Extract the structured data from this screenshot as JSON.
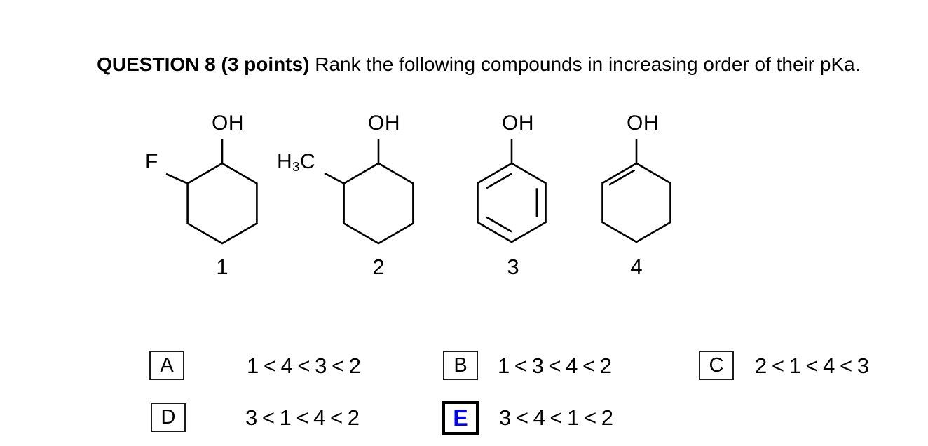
{
  "colors": {
    "background": "#ffffff",
    "ink": "#000000",
    "selected_accent": "#0000ff"
  },
  "title": {
    "bold": "QUESTION 8 (3 points)",
    "rest": " Rank the following compounds in increasing order of their pKa."
  },
  "structures": [
    {
      "number": "1",
      "hydroxyl": "OH",
      "substituent": {
        "pre": "F",
        "sub": "",
        "post": ""
      },
      "compound": "2-fluorocyclohexan-1-ol"
    },
    {
      "number": "2",
      "hydroxyl": "OH",
      "substituent": {
        "pre": "H",
        "sub": "3",
        "post": "C"
      },
      "compound": "2-methylcyclohexan-1-ol"
    },
    {
      "number": "3",
      "hydroxyl": "OH",
      "compound": "phenol"
    },
    {
      "number": "4",
      "hydroxyl": "OH",
      "compound": "cyclohex-1-en-1-ol"
    }
  ],
  "options": [
    {
      "letter": "A",
      "ranking": "1 < 4 < 3 < 2",
      "selected": false
    },
    {
      "letter": "B",
      "ranking": "1 < 3 < 4 < 2",
      "selected": false
    },
    {
      "letter": "C",
      "ranking": "2 < 1 < 4 < 3",
      "selected": false
    },
    {
      "letter": "D",
      "ranking": "3 < 1 < 4 < 2",
      "selected": false
    },
    {
      "letter": "E",
      "ranking": "3 < 4 < 1 < 2",
      "selected": true
    }
  ]
}
